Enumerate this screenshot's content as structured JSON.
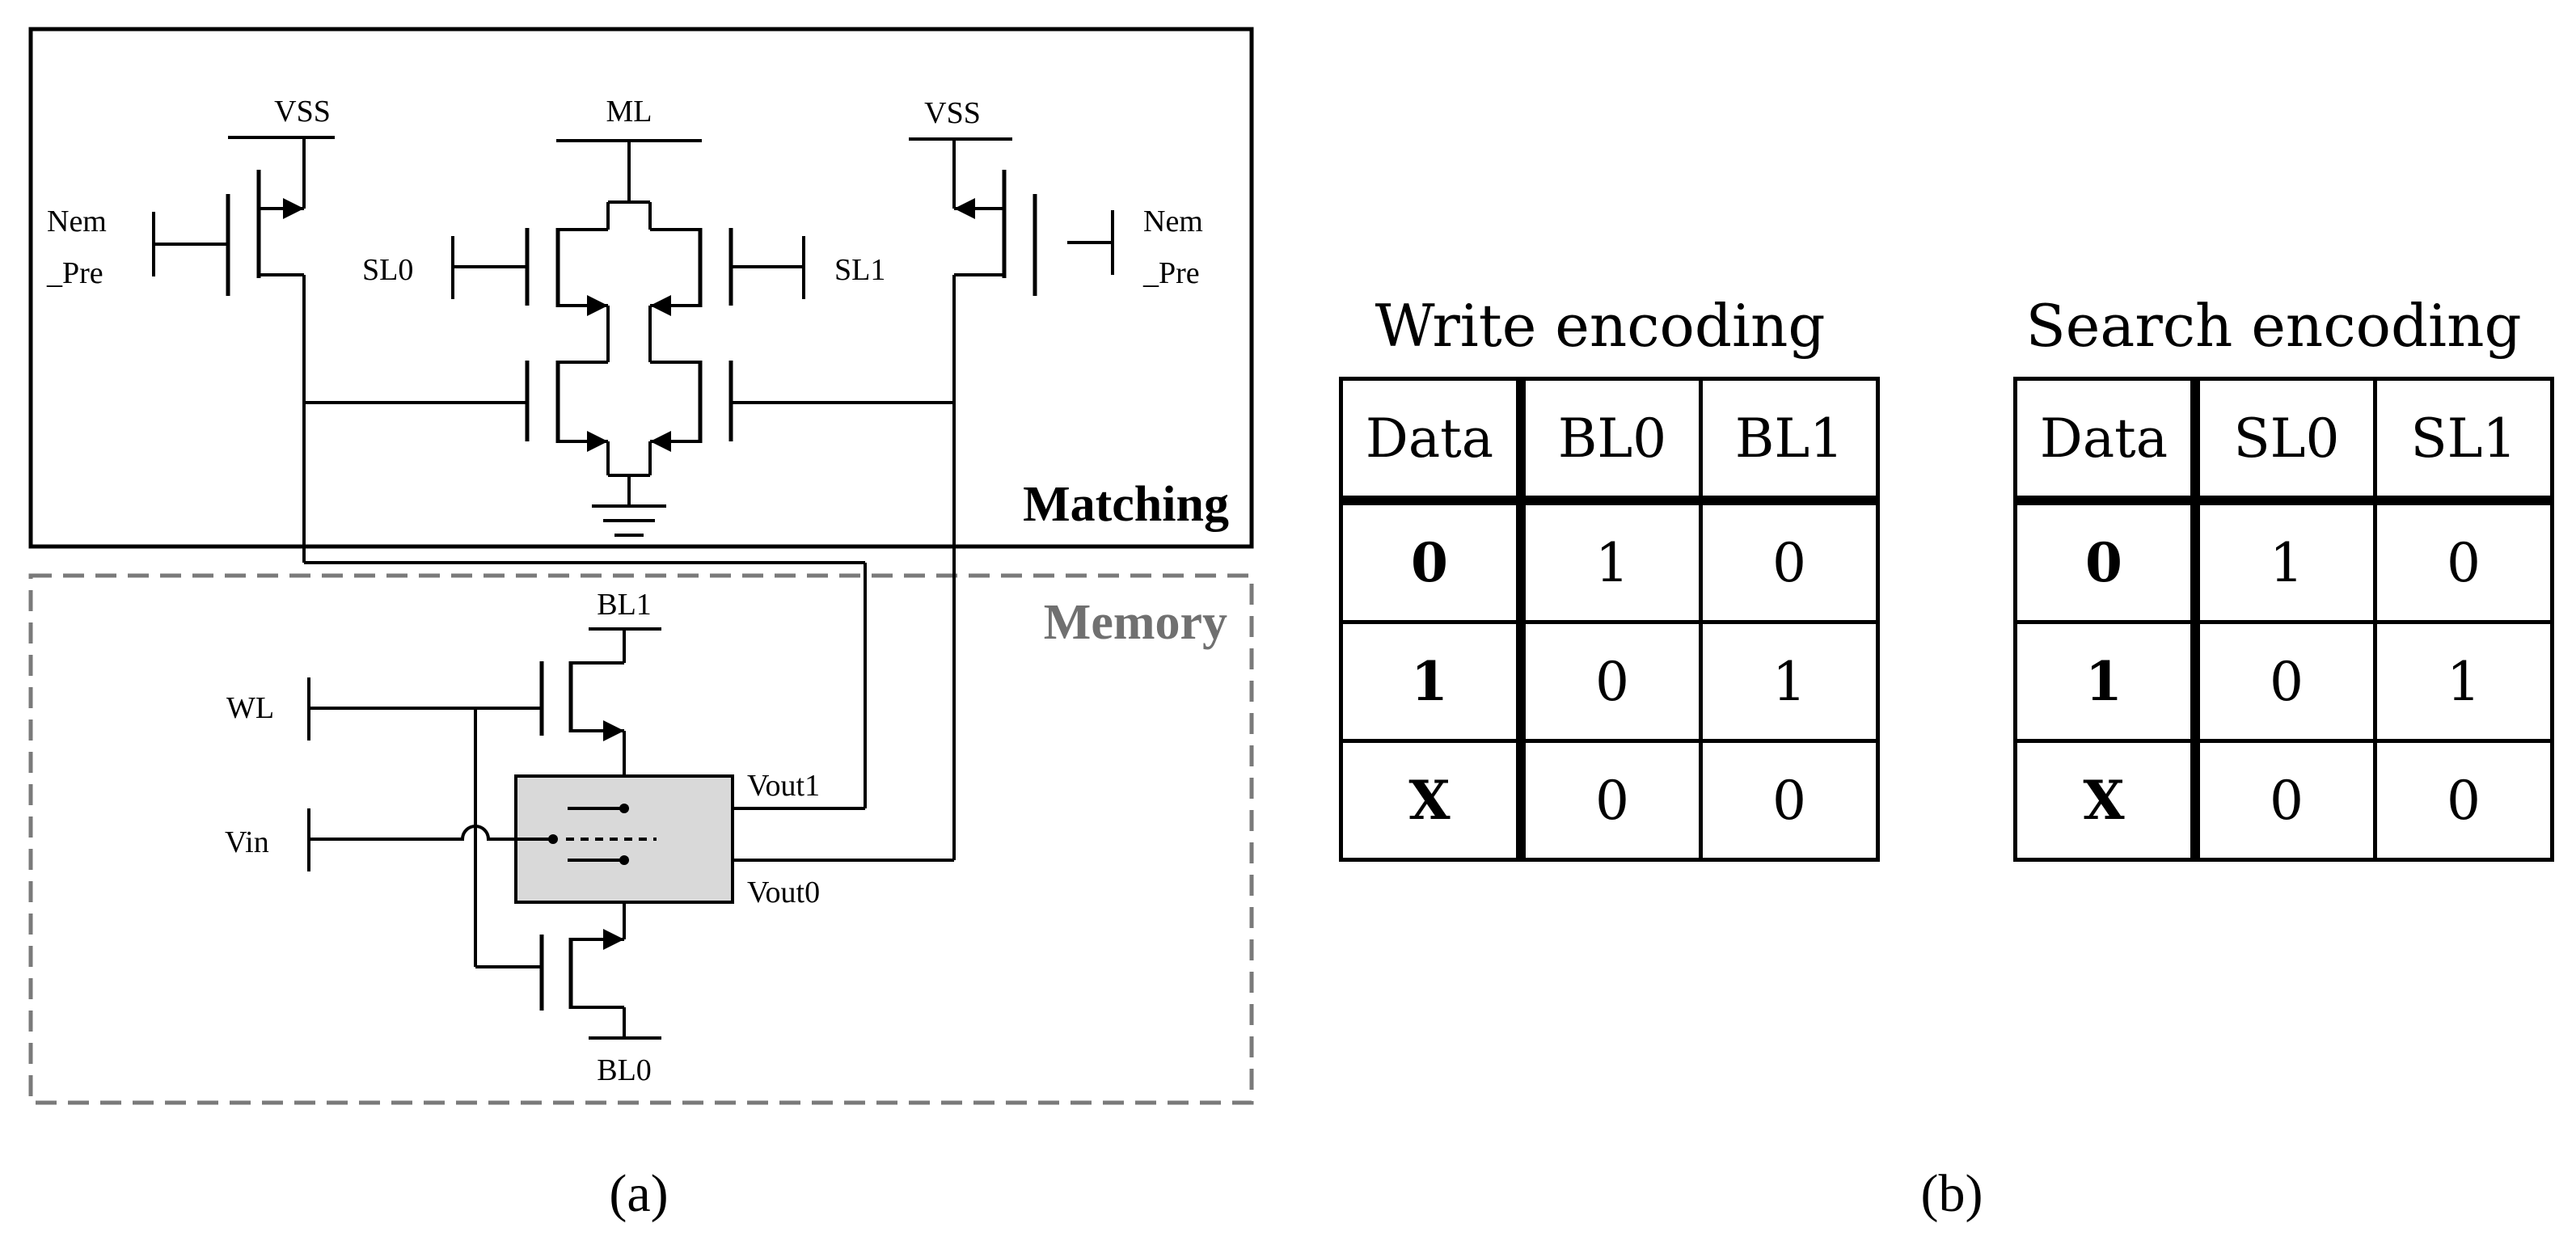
{
  "circuit": {
    "labels": {
      "vss_left": "VSS",
      "vss_right": "VSS",
      "ml": "ML",
      "nem_left_line1": "Nem",
      "nem_left_line2": "_Pre",
      "nem_right_line1": "Nem",
      "nem_right_line2": "_Pre",
      "sl0": "SL0",
      "sl1": "SL1",
      "matching": "Matching",
      "memory": "Memory",
      "bl1": "BL1",
      "bl0": "BL0",
      "wl": "WL",
      "vin": "Vin",
      "vout1": "Vout1",
      "vout0": "Vout0"
    },
    "colors": {
      "memory_border": "#7a7a7a",
      "memory_label": "#707070",
      "cell_fill": "#d9d9d9"
    }
  },
  "captions": {
    "a": "(a)",
    "b": "(b)"
  },
  "write_table": {
    "title": "Write encoding",
    "headers": [
      "Data",
      "BL0",
      "BL1"
    ],
    "rows": [
      [
        "0",
        "1",
        "0"
      ],
      [
        "1",
        "0",
        "1"
      ],
      [
        "X",
        "0",
        "0"
      ]
    ]
  },
  "search_table": {
    "title": "Search encoding",
    "headers": [
      "Data",
      "SL0",
      "SL1"
    ],
    "rows": [
      [
        "0",
        "1",
        "0"
      ],
      [
        "1",
        "0",
        "1"
      ],
      [
        "X",
        "0",
        "0"
      ]
    ]
  }
}
